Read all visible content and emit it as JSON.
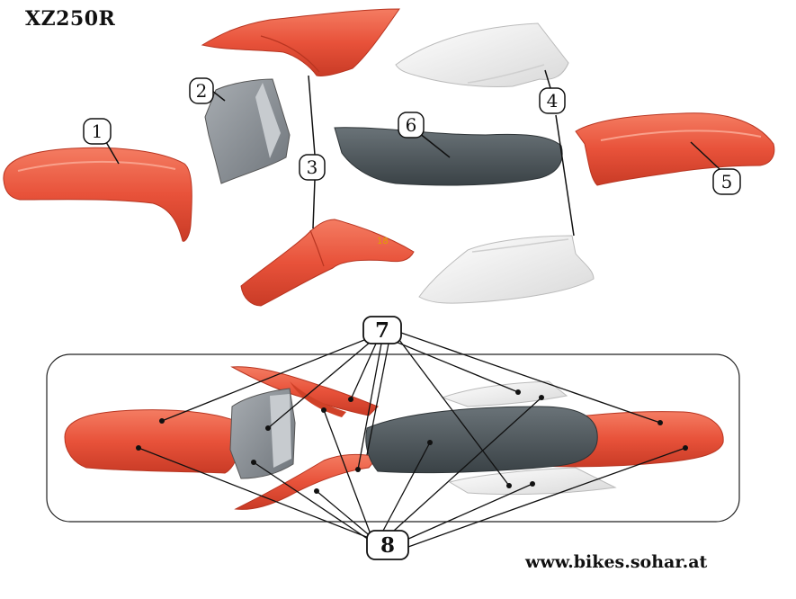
{
  "model": "XZ250R",
  "website": "www.bikes.sohar.at",
  "callouts": [
    "1",
    "2",
    "3",
    "4",
    "5",
    "6",
    "7",
    "8"
  ],
  "part_note": "18",
  "colors": {
    "plastic_red": "#e8523a",
    "plastic_white": "#f2f2f2",
    "plastic_gray": "#8e9399",
    "seat": "#4a5256",
    "outline": "#222222"
  }
}
